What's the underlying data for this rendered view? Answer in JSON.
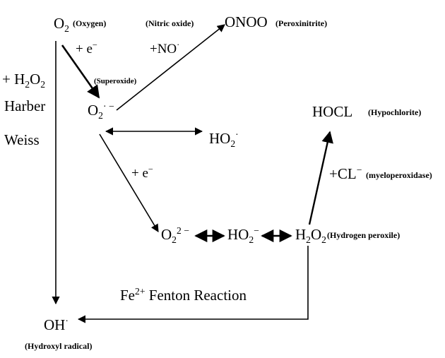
{
  "species": {
    "o2": {
      "main": "O",
      "sub": "2"
    },
    "onoo": "ONOO",
    "superoxide": {
      "main": "O",
      "sub": "2",
      "sup": "· −"
    },
    "ho2_radical": {
      "main": "HO",
      "sub": "2",
      "sup": "·"
    },
    "hocl": "HOCL",
    "peroxide_anion": {
      "main": "O",
      "sub": "2",
      "sup": "2 −"
    },
    "ho2_anion": {
      "main": "HO",
      "sub": "2",
      "sup": "−"
    },
    "h2o2": {
      "pre": "H",
      "sub": "2",
      "post": "O",
      "sub2": "2"
    },
    "oh_radical": {
      "main": "OH",
      "sup": "·"
    }
  },
  "labels": {
    "oxygen": "(Oxygen)",
    "nitric_oxide": "(Nitric oxide)",
    "peroxinitrite": "(Peroxinitrite)",
    "superoxide": "(Superoxide)",
    "hypochlorite": "(Hypochlorite)",
    "myeloperoxidase": "(myeloperoxidase)",
    "hydrogen_peroxide": "(Hydrogen peroxile)",
    "hydroxyl_radical": "(Hydroxyl radical)"
  },
  "reagents": {
    "electron_1": {
      "main": "+ e",
      "sup": "−"
    },
    "nitric_oxide_add": {
      "main": "+NO",
      "sup": "·"
    },
    "electron_2": {
      "main": "+ e",
      "sup": "−"
    },
    "chloride": {
      "main": "+CL",
      "sup": "−"
    },
    "h2o2_add": {
      "pre": "+ H",
      "sub": "2",
      "post": "O",
      "sub2": "2"
    },
    "harber": "Harber",
    "weiss": "Weiss",
    "fenton": {
      "pre": "Fe",
      "sup": "2+",
      "post": " Fenton Reaction"
    }
  }
}
